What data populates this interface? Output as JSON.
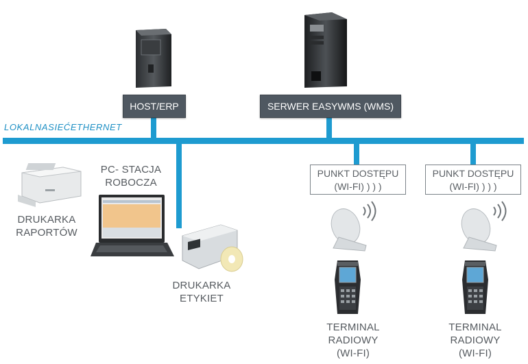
{
  "network": {
    "label": "LOKALNASIEĆETHERNET",
    "color": "#1e9bd0"
  },
  "host": {
    "label": "HOST/ERP"
  },
  "server": {
    "label": "SERWER EASYWMS (WMS)"
  },
  "report_printer": {
    "line1": "DRUKARKA",
    "line2": "RAPORTÓW"
  },
  "workstation": {
    "line1": "PC- STACJA",
    "line2": "ROBOCZA"
  },
  "label_printer": {
    "line1": "DRUKARKA",
    "line2": "ETYKIET"
  },
  "access_points": [
    {
      "line1": "PUNKT DOSTĘPU",
      "line2": "(WI-FI) ) ) )"
    },
    {
      "line1": "PUNKT DOSTĘPU",
      "line2": "(WI-FI) ) ) )"
    }
  ],
  "terminals": [
    {
      "line1": "TERMINAL RADIOWY",
      "line2": "(WI-FI)"
    },
    {
      "line1": "TERMINAL RADIOWY",
      "line2": "(WI-FI)"
    }
  ]
}
